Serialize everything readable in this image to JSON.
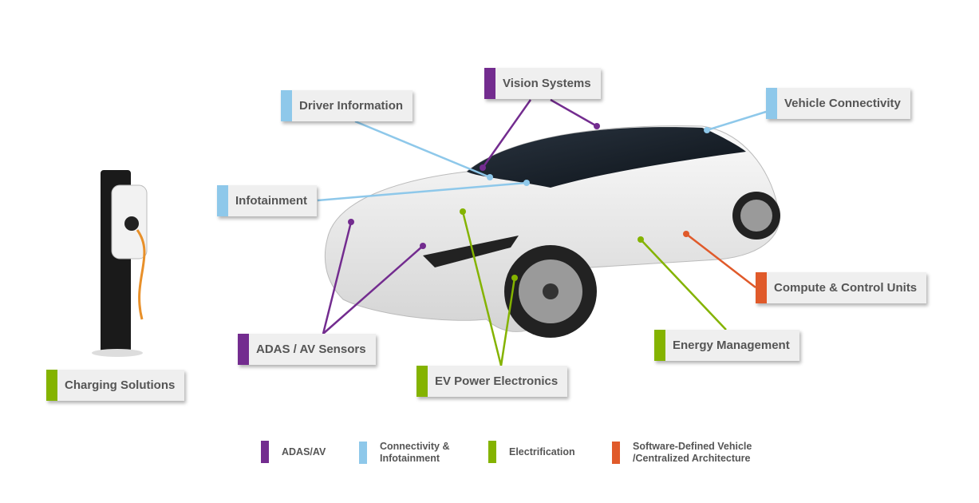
{
  "colors": {
    "adas": "#732c8f",
    "connectivity": "#8ec8ea",
    "electrification": "#84b300",
    "sdv": "#e05a2a"
  },
  "labels": {
    "vision": "Vision Systems",
    "driver_info": "Driver Information",
    "vehicle_connectivity": "Vehicle Connectivity",
    "infotainment": "Infotainment",
    "adas_sensors": "ADAS / AV Sensors",
    "ev_power": "EV Power Electronics",
    "energy": "Energy Management",
    "compute": "Compute & Control Units",
    "charging": "Charging Solutions"
  },
  "legend": [
    {
      "line1": "ADAS/AV",
      "line2": ""
    },
    {
      "line1": "Connectivity &",
      "line2": "Infotainment"
    },
    {
      "line1": "Electrification",
      "line2": ""
    },
    {
      "line1": "Software-Defined Vehicle",
      "line2": "/Centralized Architecture"
    }
  ]
}
